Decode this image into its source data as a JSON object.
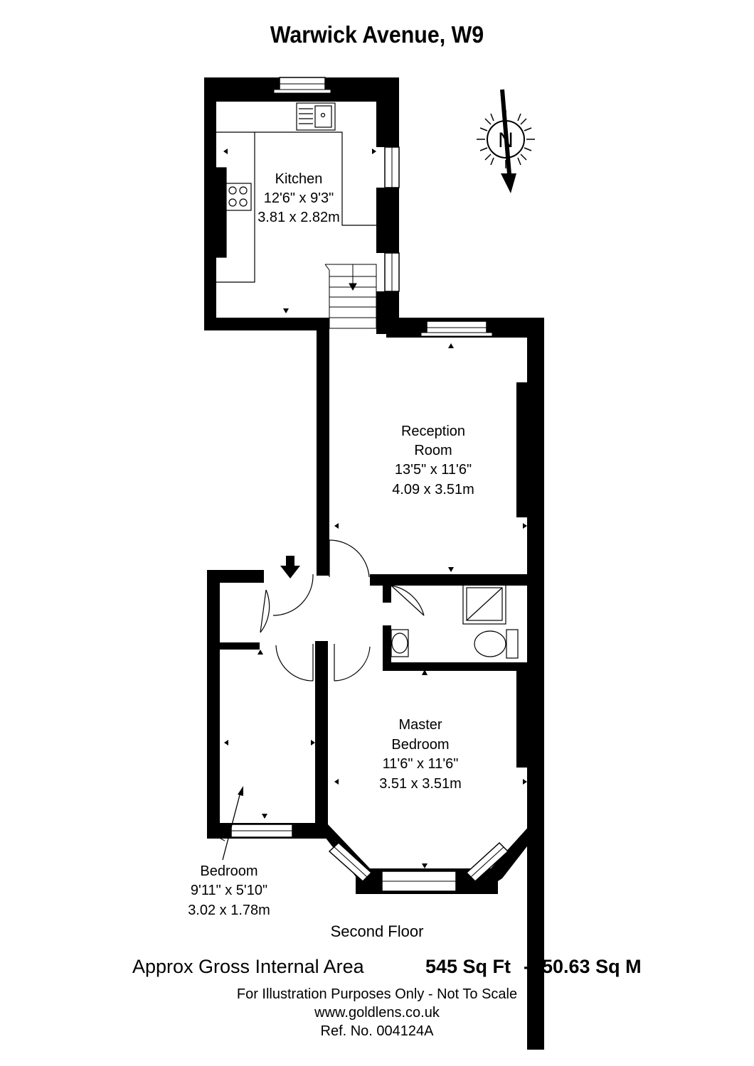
{
  "title": "Warwick Avenue, W9",
  "rooms": {
    "kitchen": {
      "name": "Kitchen",
      "imperial": "12'6\" x 9'3\"",
      "metric": "3.81 x 2.82m"
    },
    "reception": {
      "name_line1": "Reception",
      "name_line2": "Room",
      "imperial": "13'5\" x 11'6\"",
      "metric": "4.09 x 3.51m"
    },
    "master_bedroom": {
      "name_line1": "Master",
      "name_line2": "Bedroom",
      "imperial": "11'6\" x 11'6\"",
      "metric": "3.51 x 3.51m"
    },
    "bedroom": {
      "name": "Bedroom",
      "imperial": "9'11\" x 5'10\"",
      "metric": "3.02 x 1.78m"
    }
  },
  "compass": {
    "letter": "N",
    "icon": "compass-icon"
  },
  "floor_name": "Second Floor",
  "area": {
    "label": "Approx Gross Internal Area",
    "sq_ft": "545 Sq Ft",
    "separator": "-",
    "sq_m": "50.63 Sq M"
  },
  "footer": {
    "disclaimer": "For Illustration Purposes Only - Not To Scale",
    "website": "www.goldlens.co.uk",
    "reference": "Ref. No. 004124A"
  },
  "colors": {
    "wall": "#000000",
    "background": "#ffffff"
  }
}
